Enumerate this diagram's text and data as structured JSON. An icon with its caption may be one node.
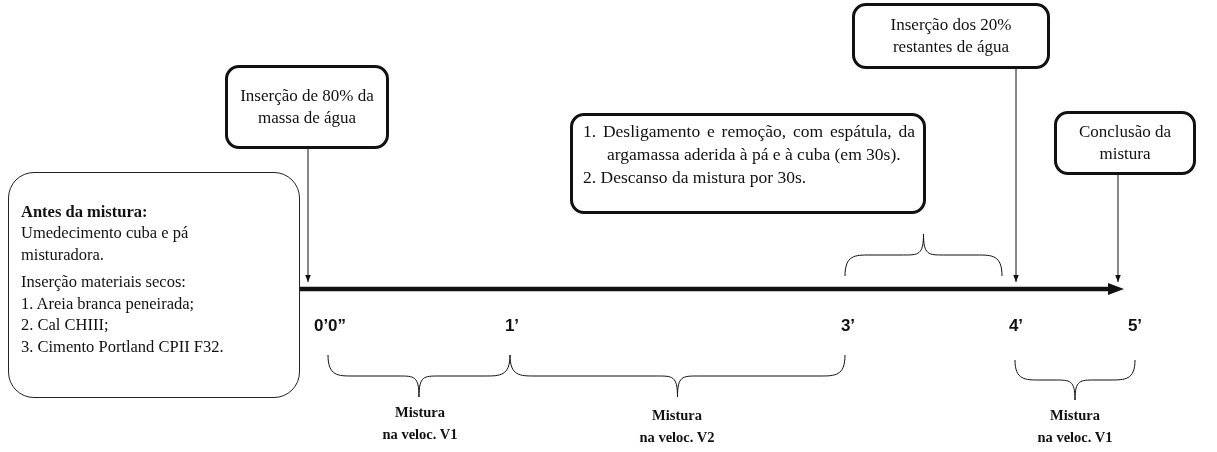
{
  "diagram": {
    "nodes": [
      {
        "text": [
          "Antes da mistura:",
          "Umedecimento cuba e pá misturadora.",
          "Inserção materiais secos:",
          "1. Areia branca peneirada;",
          "2. Cal CHIII;",
          "3. Cimento Portland CPII F32."
        ]
      },
      {
        "text": [
          "Inserção de 80% da massa de água"
        ]
      },
      {
        "text": [
          "1. Desligamento e remoção, com espátula, da argamassa aderida à pá e à cuba (em 30s).",
          "2. Descanso da mistura por 30s."
        ]
      },
      {
        "text": [
          "Inserção dos 20% restantes de água"
        ]
      },
      {
        "text": [
          "Conclusão da mistura"
        ]
      },
      {
        "text": [],
        "shape": "arrow"
      }
    ],
    "edges": [
      {
        "from": 1,
        "to": 5,
        "arrow": "to"
      },
      {
        "from": 3,
        "to": 5,
        "arrow": "to"
      },
      {
        "from": 4,
        "to": 5,
        "arrow": "to"
      }
    ],
    "labels": [
      "0’0”",
      "1’",
      "3’",
      "4’",
      "5’",
      "Mistura na veloc. V1",
      "Mistura na veloc. V2",
      "Mistura na veloc. V1"
    ]
  }
}
